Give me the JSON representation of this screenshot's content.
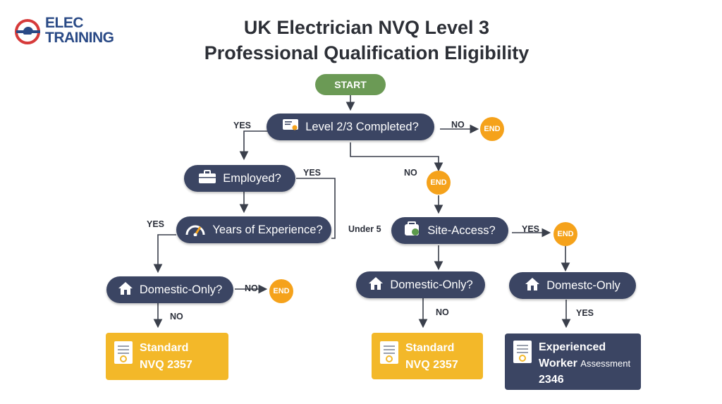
{
  "logo": {
    "line1": "ELEC",
    "line2": "TRAINING"
  },
  "title": {
    "line1": "UK Electrician NVQ Level 3",
    "line2": "Professional Qualification Eligibility"
  },
  "start": "START",
  "nodes": {
    "level": "Level 2/3 Completed?",
    "employed": "Employed?",
    "experience": "Years of Experience?",
    "domestic_left": "Domestic-Only?",
    "site_access": "Site-Access?",
    "domestic_mid": "Domestic-Only?",
    "domestic_right": "Domestc-Only"
  },
  "end_label": "END",
  "labels": {
    "yes_level": "YES",
    "no_level": "NO",
    "yes_employed": "YES",
    "no_mid": "NO",
    "yes_exp": "YES",
    "under5": "Under 5",
    "yes_site": "YES",
    "no_domestic_left": "NO",
    "no_left_down": "NO",
    "no_mid_down": "NO",
    "yes_right_down": "YES"
  },
  "results": {
    "left": {
      "line1": "Standard",
      "line2": "NVQ 2357"
    },
    "mid": {
      "line1": "Standard",
      "line2": "NVQ 2357"
    },
    "right": {
      "line1": "Experienced",
      "line2a": "Worker ",
      "line2b": "Assessment",
      "line3": "2346"
    }
  },
  "colors": {
    "node": "#3b4563",
    "start": "#6b9a55",
    "end": "#f5a21b",
    "result": "#f3b829",
    "logo_blue": "#2a4a86",
    "logo_red": "#d63a3a"
  }
}
